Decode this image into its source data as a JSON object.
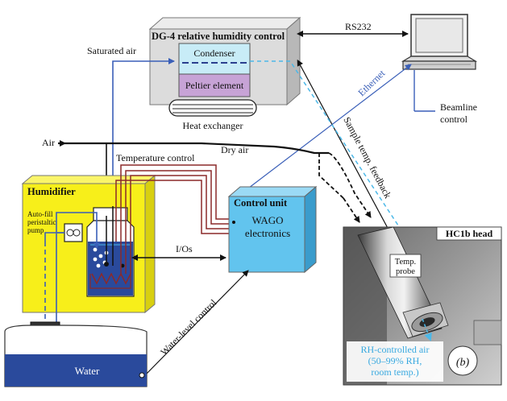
{
  "title": "DG-4 relative humidity control",
  "labels": {
    "condenser": "Condenser",
    "peltier": "Peltier element",
    "heat_exchanger": "Heat exchanger",
    "saturated_air": "Saturated air",
    "rs232": "RS232",
    "ethernet": "Ethernet",
    "beamline_line1": "Beamline",
    "beamline_line2": "control",
    "air": "Air",
    "dry_air": "Dry air",
    "temperature_control": "Temperature control",
    "sample_temp_feedback": "Sample temp. feedback",
    "humidifier": "Humidifier",
    "autofill_line1": "Auto-fill",
    "autofill_line2": "peristaltic",
    "autofill_line3": "pump",
    "control_unit": "Control unit",
    "wago_line1": "WAGO",
    "wago_line2": "electronics",
    "ios": "I/Os",
    "hc1b_head": "HC1b head",
    "temp_probe_line1": "Temp.",
    "temp_probe_line2": "probe",
    "rh_air_line1": "RH-controlled air",
    "rh_air_line2": "(50–99% RH,",
    "rh_air_line3": "room temp.)",
    "panel_letter": "(b)",
    "water_level_control": "Water-level control",
    "water": "Water"
  },
  "colors": {
    "dg4_box": "#dcdcdc",
    "condenser": "#c8ecf7",
    "peltier": "#c7a3d6",
    "humidifier": "#f7ef1a",
    "control_unit": "#62c4ee",
    "water": "#2a4a9c",
    "temp_wire": "#8b2a2a",
    "air_line": "#3a5fb8",
    "cyan_dashed": "#4cb8e8",
    "rh_text": "#39a9e0"
  }
}
